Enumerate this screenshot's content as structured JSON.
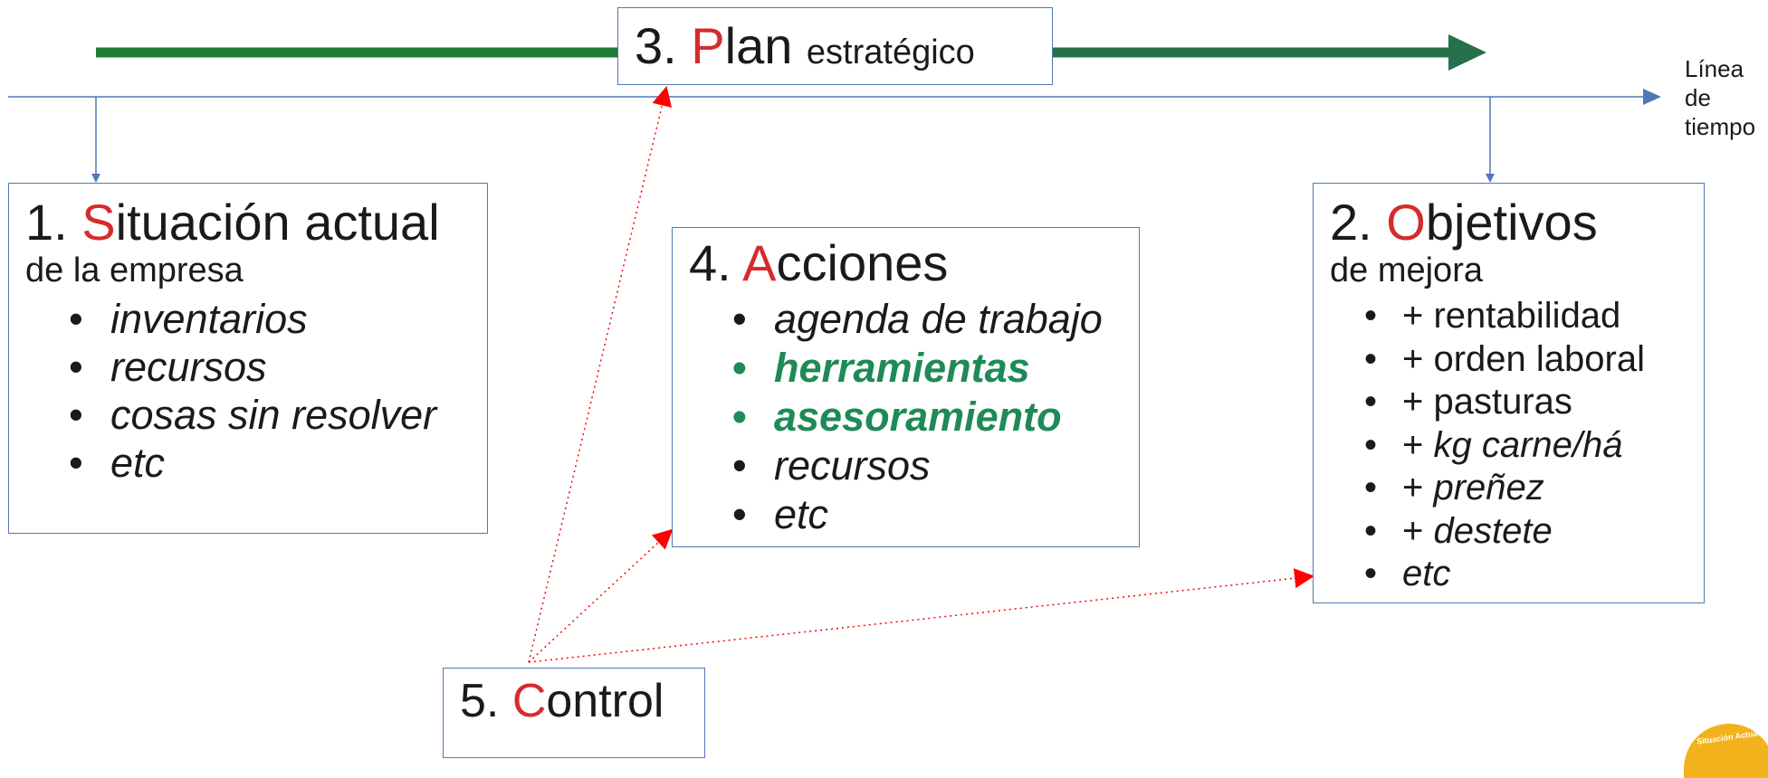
{
  "colors": {
    "box_border": "#4f79b5",
    "timeline": "#4f79b5",
    "green_arrow": "#1e7a35",
    "dark_green_arrow": "#26704a",
    "red_accent": "#d62b2b",
    "dotted_arrow": "#ff0000",
    "bold_green_text": "#1e8a57",
    "logo": "#f3b21c"
  },
  "timeline": {
    "label": "Línea de tiempo"
  },
  "plan": {
    "number": "3.",
    "first_letter": "P",
    "rest": "lan",
    "small": "estratégico"
  },
  "situacion": {
    "number": "1.",
    "first_letter": "S",
    "rest": "ituación actual",
    "subtitle": "de la empresa",
    "items": [
      "inventarios",
      "recursos",
      "cosas sin resolver",
      "etc"
    ]
  },
  "acciones": {
    "number": "4.",
    "first_letter": "A",
    "rest": "cciones",
    "items": [
      {
        "text": "agenda de trabajo",
        "style": "italic"
      },
      {
        "text": "herramientas",
        "style": "bold-green"
      },
      {
        "text": "asesoramiento",
        "style": "bold-green"
      },
      {
        "text": "recursos",
        "style": "italic"
      },
      {
        "text": "etc",
        "style": "italic"
      }
    ]
  },
  "objetivos": {
    "number": "2.",
    "first_letter": "O",
    "rest": "bjetivos",
    "subtitle": "de mejora",
    "items": [
      {
        "prefix": "+ ",
        "text": "rentabilidad",
        "italic": false
      },
      {
        "prefix": "+ ",
        "text": "orden laboral",
        "italic": false
      },
      {
        "prefix": "+ ",
        "text": "pasturas",
        "italic": false
      },
      {
        "prefix": "+ ",
        "text": "kg carne/há",
        "italic": true
      },
      {
        "prefix": "+ ",
        "text": "preñez",
        "italic": true
      },
      {
        "prefix": "+ ",
        "text": "destete",
        "italic": true
      },
      {
        "prefix": "",
        "text": "etc",
        "italic": true
      }
    ]
  },
  "control": {
    "number": "5.",
    "first_letter": "C",
    "rest": "ontrol"
  },
  "logo": {
    "text": "Situación Actual"
  }
}
